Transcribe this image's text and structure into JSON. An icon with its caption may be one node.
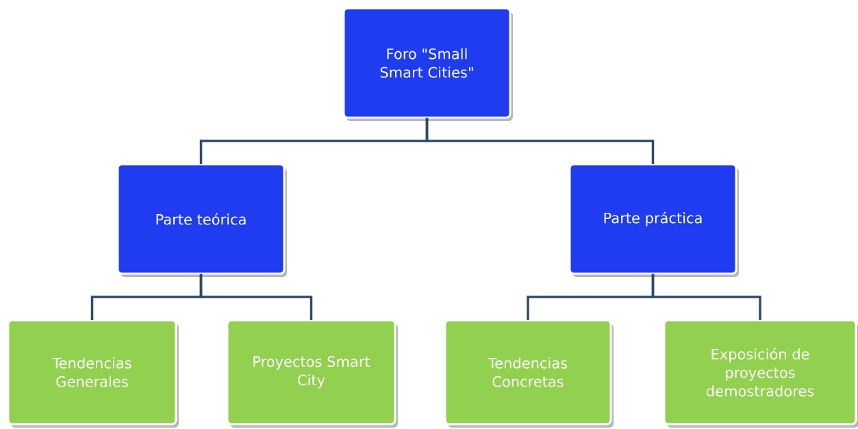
{
  "diagram": {
    "nodes": [
      {
        "text": [
          "Foro \"Small Smart Cities\""
        ]
      },
      {
        "text": [
          "Parte teórica"
        ]
      },
      {
        "text": [
          "Parte práctica"
        ]
      },
      {
        "text": [
          "Tendencias Generales"
        ]
      },
      {
        "text": [
          "Proyectos Smart City"
        ]
      },
      {
        "text": [
          "Tendencias Concretas"
        ]
      },
      {
        "text": [
          "Exposición de proyectos demostradores"
        ]
      }
    ],
    "edges": [
      {
        "from": 0,
        "to": 1,
        "arrow": "none"
      },
      {
        "from": 0,
        "to": 2,
        "arrow": "none"
      },
      {
        "from": 1,
        "to": 3,
        "arrow": "none"
      },
      {
        "from": 1,
        "to": 4,
        "arrow": "none"
      },
      {
        "from": 2,
        "to": 5,
        "arrow": "none"
      },
      {
        "from": 2,
        "to": 6,
        "arrow": "none"
      }
    ]
  }
}
